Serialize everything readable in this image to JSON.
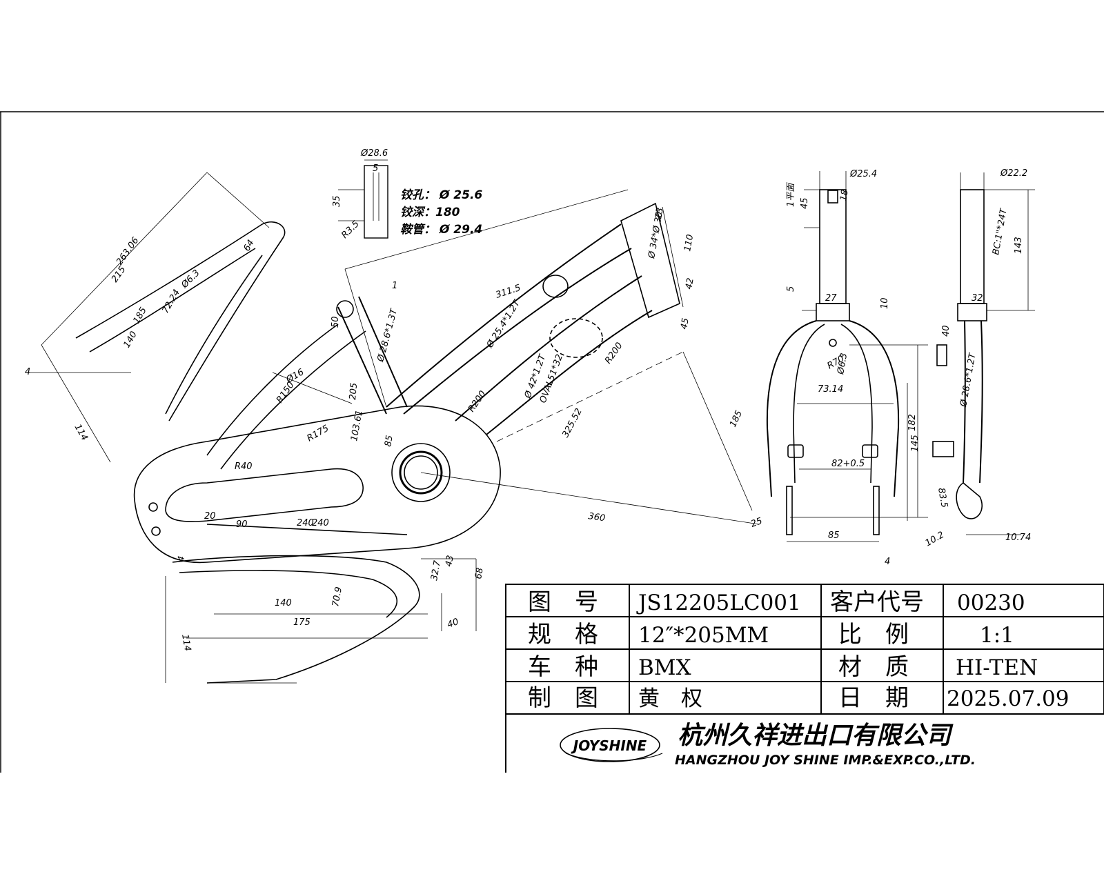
{
  "drawing": {
    "hole_note": {
      "line1": "铰孔：  Ø 25.6",
      "line2": "铰深：180",
      "line3": "鞍管：  Ø 29.4"
    },
    "frame_dims": [
      "Ø28.6",
      "5",
      "35",
      "R3.5",
      "263.06",
      "215",
      "185",
      "140",
      "114",
      "4",
      "64",
      "Ø6.3",
      "72.24",
      "50",
      "1",
      "311.5",
      "Ø 25.4*1.2T",
      "Ø 28.6*1.3T",
      "Ø16",
      "R150",
      "205",
      "R175",
      "103.61",
      "85",
      "R40",
      "20",
      "90",
      "240",
      "240",
      "360",
      "Ø 42*1.2T",
      "OVAL51*32",
      "R200",
      "R200",
      "325.52",
      "23",
      "110",
      "Ø 34*Ø 30",
      "42",
      "45",
      "185",
      "25",
      "4",
      "43",
      "68",
      "32.7",
      "40",
      "140",
      "175",
      "70.9",
      "114"
    ],
    "fork_front_dims": [
      "Ø25.4",
      "18",
      "45",
      "5",
      "27",
      "10",
      "R70",
      "Ø6.3",
      "73.14",
      "82+0.5",
      "145",
      "85",
      "4",
      "1平面"
    ],
    "fork_side_dims": [
      "Ø22.2",
      "143",
      "BC:1\"*24T",
      "32",
      "40",
      "Ø 28.6*1.2T",
      "182",
      "83.5",
      "10.2",
      "10.74"
    ]
  },
  "title_block": {
    "rows": [
      {
        "label1": "图　号",
        "value1": "JS12205LC001",
        "label2": "客户代号",
        "value2": "00230"
      },
      {
        "label1": "规　格",
        "value1": "12″*205MM",
        "label2": "比　例",
        "value2": "1:1"
      },
      {
        "label1": "车　种",
        "value1": "BMX",
        "label2": "材　质",
        "value2": "HI-TEN"
      },
      {
        "label1": "制　图",
        "value1": "黄　权",
        "label2": "日　期",
        "value2": "2025.07.09"
      }
    ],
    "company_cn": "杭州久祥进出口有限公司",
    "company_en": "HANGZHOU JOY SHINE IMP.&EXP.CO.,LTD.",
    "logo_text": "JOYSHINE"
  }
}
